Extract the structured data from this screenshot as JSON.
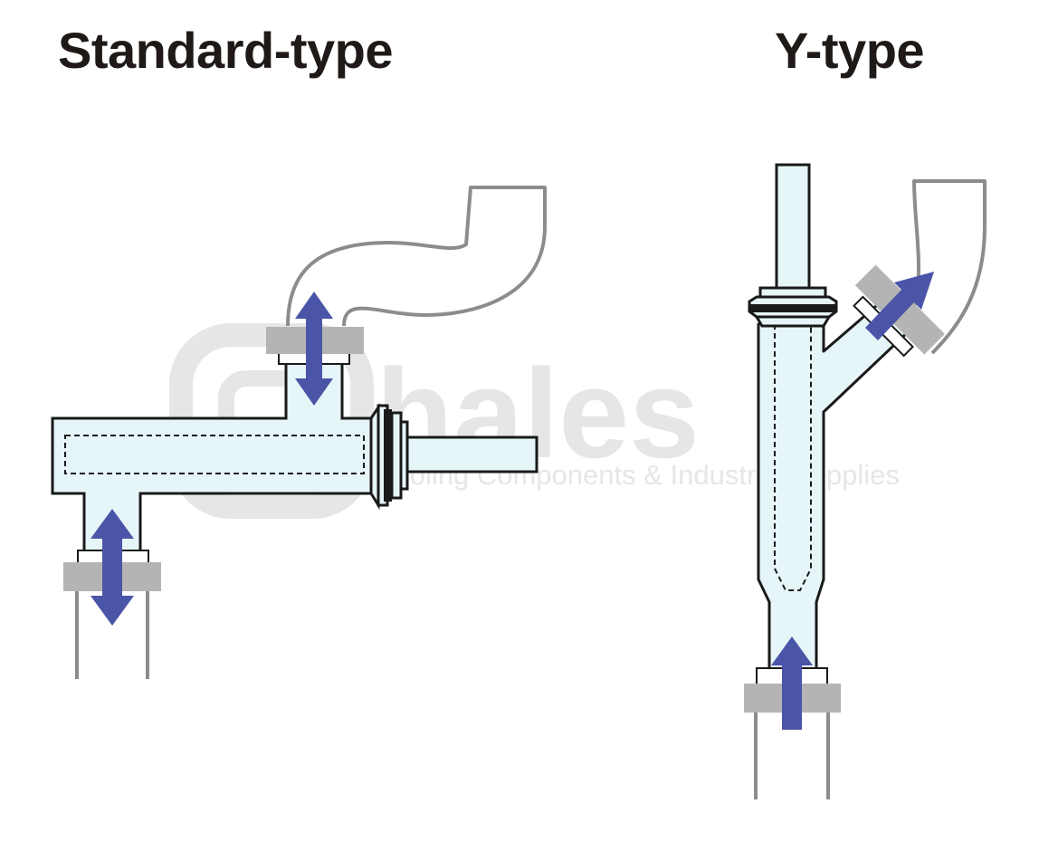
{
  "titles": {
    "standard": "Standard-type",
    "y": "Y-type"
  },
  "watermark": {
    "brand": "hales",
    "registered": "®",
    "tagline": "Tooling Components & Industrial Supplies"
  },
  "colors": {
    "fluid": "#e6f5f8",
    "outline": "#1a1a1a",
    "hose": "#8c8c8c",
    "clamp": "#b4b4b4",
    "arrow": "#4a55a8",
    "watermark": "#e2e2e2"
  },
  "icons": {
    "bidirectional_arrow": "double-arrow",
    "flow_arrow": "arrow"
  }
}
